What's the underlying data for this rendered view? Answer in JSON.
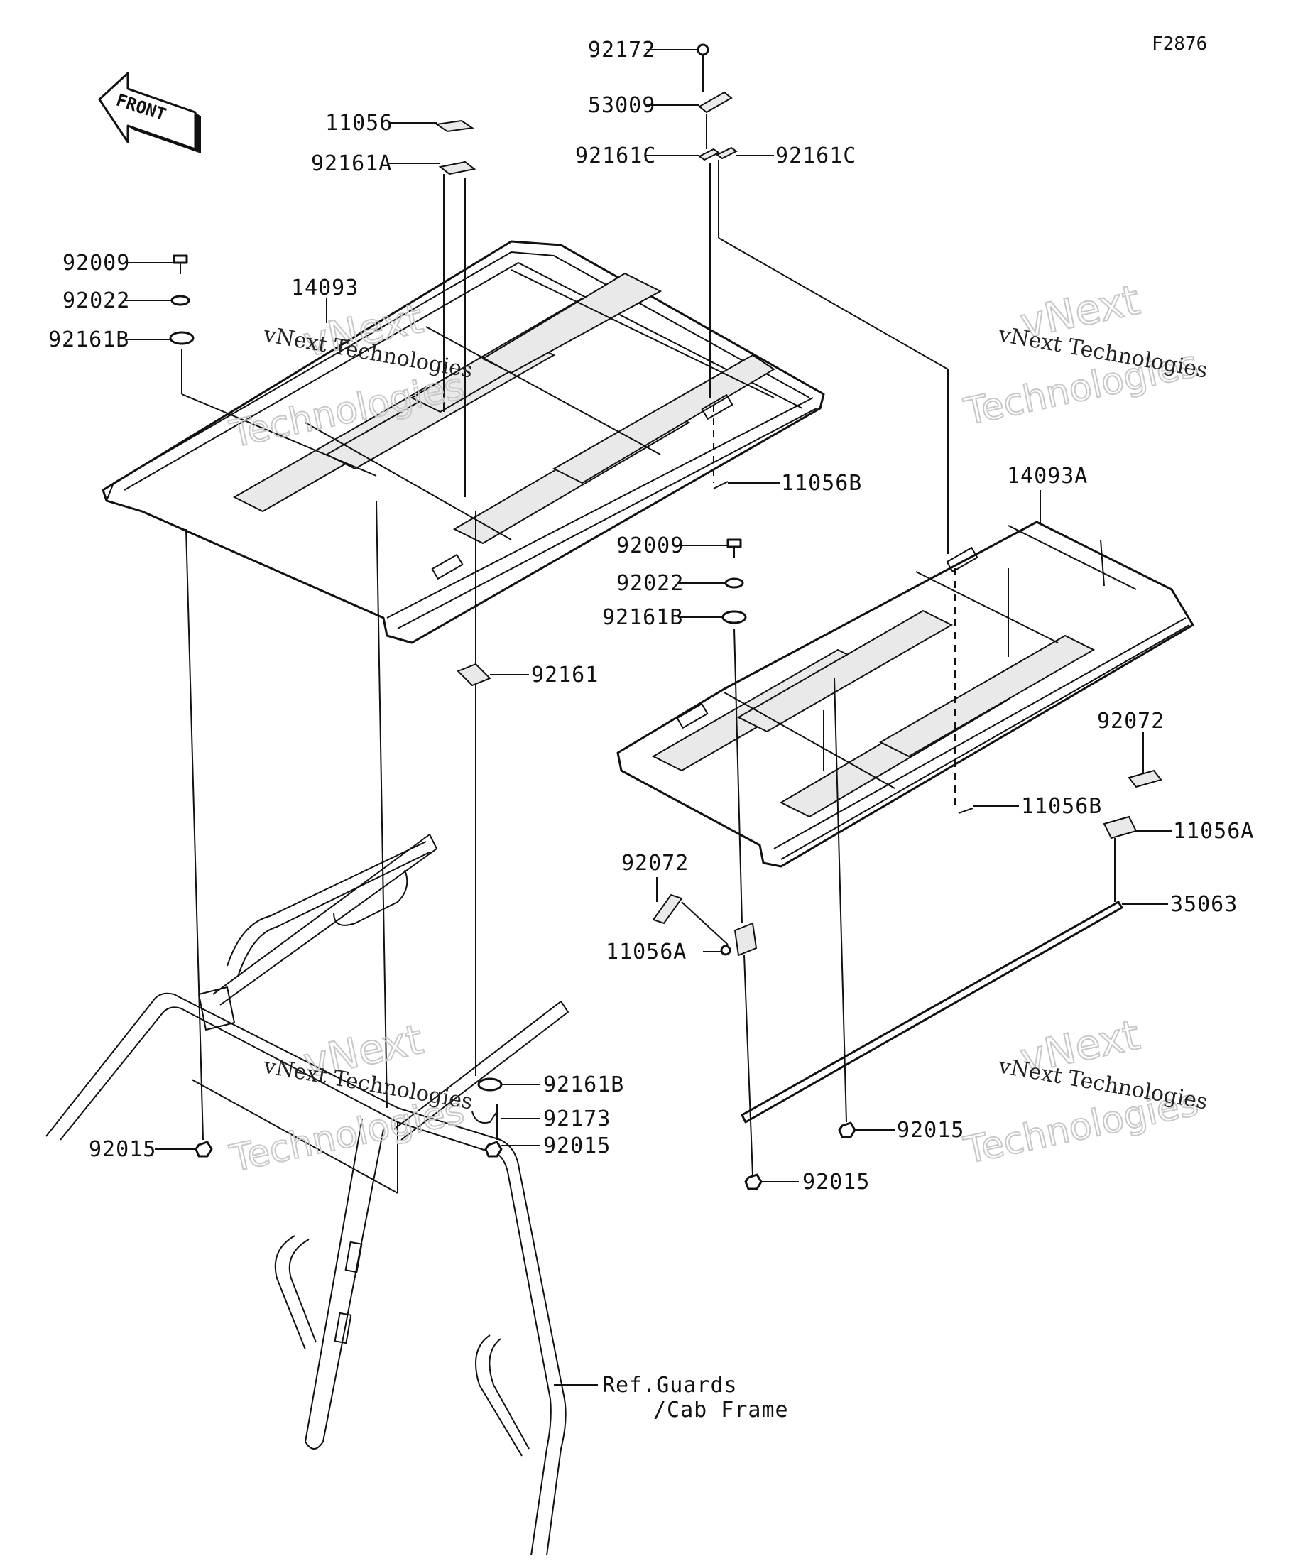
{
  "diagram_code": "F2876",
  "front_arrow_label": "FRONT",
  "watermarks": {
    "company_line": "vNext Technologies",
    "brand_top": "vNext",
    "brand_bottom": "Technologies"
  },
  "parts": {
    "p92172": "92172",
    "p53009": "53009",
    "p92161C_left": "92161C",
    "p92161C_right": "92161C",
    "p11056": "11056",
    "p92161A": "92161A",
    "p92009_left": "92009",
    "p92022_left": "92022",
    "p92161B_left": "92161B",
    "p14093": "14093",
    "p11056B_top": "11056B",
    "p92009_mid": "92009",
    "p92022_mid": "92022",
    "p92161B_mid": "92161B",
    "p92161": "92161",
    "p14093A": "14093A",
    "p92072_right": "92072",
    "p11056B_right": "11056B",
    "p11056A_right": "11056A",
    "p92072_left": "92072",
    "p11056A_left": "11056A",
    "p35063": "35063",
    "p92161B_low": "92161B",
    "p92173": "92173",
    "p92015_center": "92015",
    "p92015_left": "92015",
    "p92015_right": "92015",
    "p92015_bottom": "92015"
  },
  "reference": {
    "line1": "Ref.Guards",
    "line2": "/Cab Frame"
  }
}
